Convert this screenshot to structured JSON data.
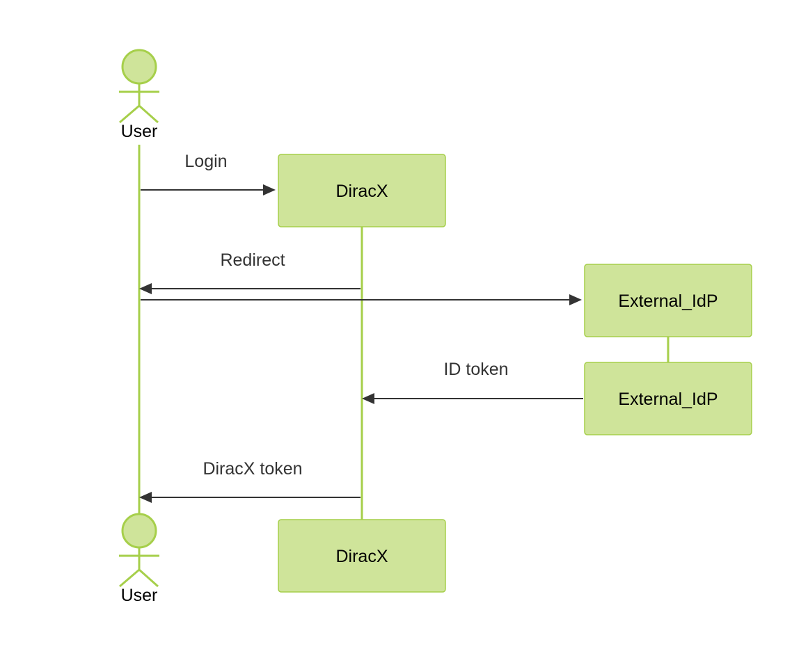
{
  "participants": {
    "user": {
      "top_label": "User",
      "bottom_label": "User"
    },
    "diracx": {
      "top_label": "DiracX",
      "bottom_label": "DiracX"
    },
    "idp": {
      "top_label": "External_IdP",
      "bottom_label": "External_IdP"
    }
  },
  "messages": [
    {
      "label": "Login",
      "from": "User",
      "to": "DiracX"
    },
    {
      "label": "Redirect",
      "from": "DiracX",
      "to": "User"
    },
    {
      "label": "",
      "from": "User",
      "to": "External_IdP"
    },
    {
      "label": "ID token",
      "from": "External_IdP",
      "to": "DiracX"
    },
    {
      "label": "DiracX token",
      "from": "DiracX",
      "to": "User"
    }
  ],
  "colors": {
    "node_fill": "#cfe49a",
    "node_stroke": "#a6cf4a",
    "arrow": "#333333",
    "text": "#000000",
    "message_text": "#333333"
  }
}
